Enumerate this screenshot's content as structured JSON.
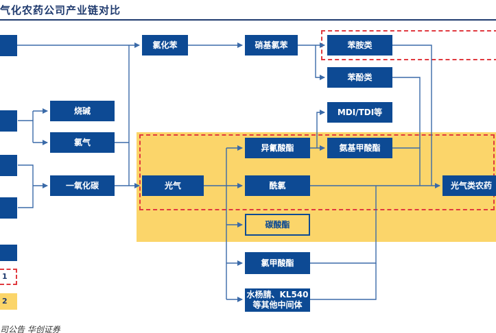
{
  "title": "气化农药公司产业链对比",
  "colors": {
    "box_fill": "#0d4a94",
    "line": "#3a6aa8",
    "highlight": "#fbd56a",
    "dashed": "#e0383e"
  },
  "nodes": {
    "chlorobenzene": "氯化苯",
    "nitrochlorobenzene": "硝基氯苯",
    "aniline": "苯胺类",
    "phenol": "苯酚类",
    "mdi_tdi": "MDI/TDI等",
    "caustic_soda": "烧碱",
    "chlorine": "氯气",
    "carbon_monoxide": "一氧化碳",
    "phosgene": "光气",
    "isocyanate": "异氰酸酯",
    "carbamate": "氨基甲酸酯",
    "acyl_chloride": "酰氯",
    "phosgene_pesticide": "光气类农药",
    "carbonate": "碳酸酯",
    "chloroformate": "氯甲酸酯",
    "salicylonitrile_line1": "水杨腈、KL540",
    "salicylonitrile_line2": "等其他中间体"
  },
  "legend": {
    "item1": "1",
    "item2": "2"
  },
  "source": "司公告  华创证券"
}
